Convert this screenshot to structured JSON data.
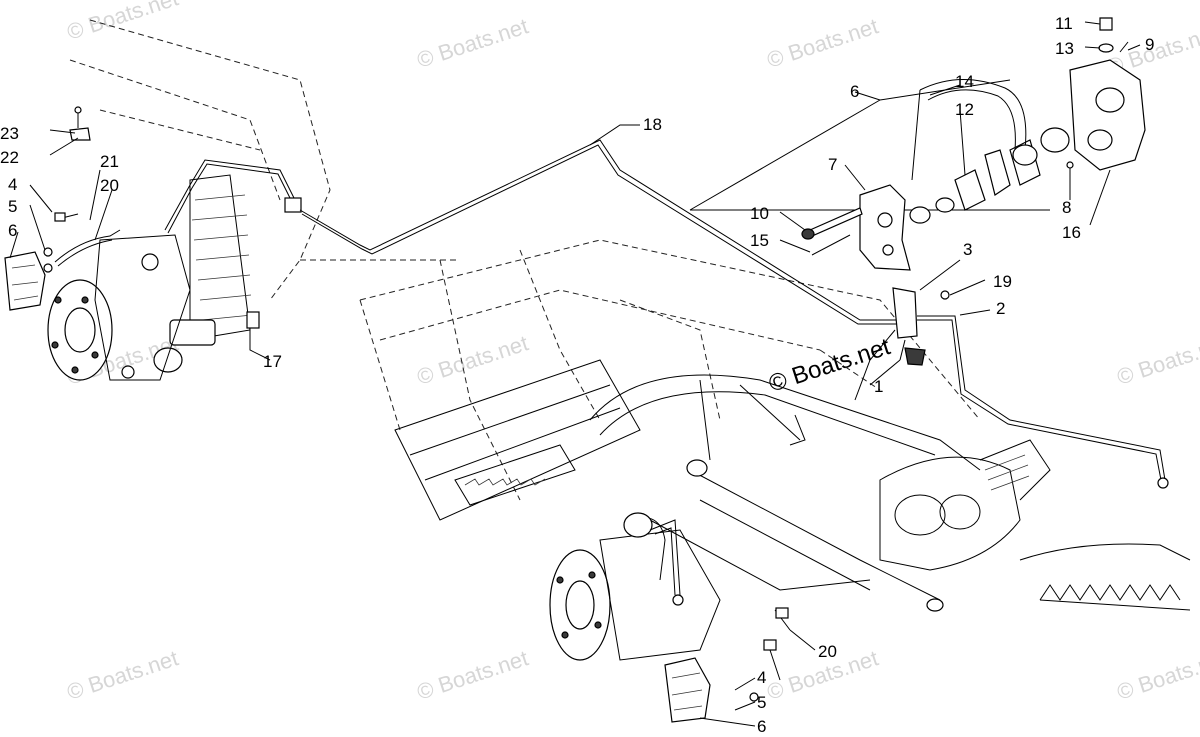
{
  "callouts": [
    "1",
    "2",
    "3",
    "4",
    "5",
    "6",
    "7",
    "8",
    "9",
    "10",
    "11",
    "12",
    "13",
    "14",
    "15",
    "16",
    "17",
    "18",
    "19",
    "20",
    "21",
    "22",
    "23",
    "4",
    "5",
    "6",
    "20",
    "6"
  ],
  "watermark": {
    "repeat_text": "© Boats.net",
    "center_text": "© Boats.net"
  },
  "colors": {
    "line": "#000000",
    "background": "#ffffff",
    "watermark": "#d6d6d6"
  }
}
